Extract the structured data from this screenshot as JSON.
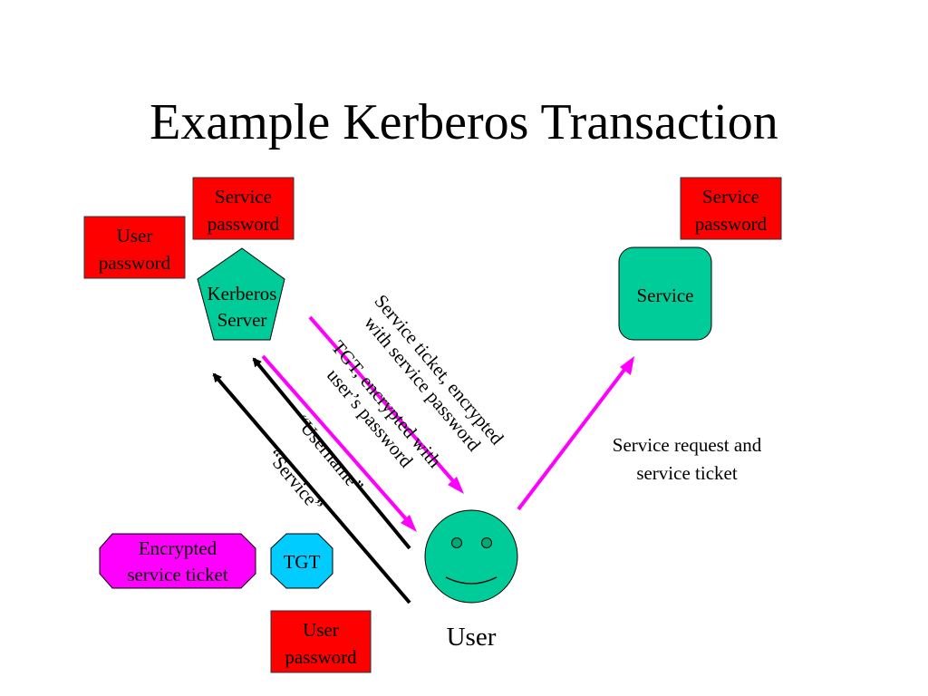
{
  "title": "Example Kerberos Transaction",
  "colors": {
    "password_box": "#ff0000",
    "node_fill": "#00cc99",
    "tgt_fill": "#00ccff",
    "ticket_fill": "#ff00ff",
    "magenta_arrow": "#ff00ff",
    "black_arrow": "#000000"
  },
  "nodes": {
    "kerberos_server": {
      "line1": "Kerberos",
      "line2": "Server",
      "shape": "pentagon"
    },
    "service": {
      "label": "Service",
      "shape": "rounded-square"
    },
    "user": {
      "label": "User",
      "shape": "smiley-face"
    }
  },
  "password_boxes": {
    "kerberos_user_password": {
      "line1": "User",
      "line2": "password"
    },
    "kerberos_service_password": {
      "line1": "Service",
      "line2": "password"
    },
    "service_service_password": {
      "line1": "Service",
      "line2": "password"
    },
    "user_user_password": {
      "line1": "User",
      "line2": "password"
    }
  },
  "tokens": {
    "encrypted_ticket": {
      "line1": "Encrypted",
      "line2": "service ticket"
    },
    "tgt": {
      "label": "TGT"
    }
  },
  "messages": {
    "service_request": {
      "label": "“Service”",
      "direction": "user-to-kerberos"
    },
    "username_request": {
      "label": "“Username”",
      "direction": "user-to-kerberos"
    },
    "tgt_response": {
      "line1": "TGT, encrypted with",
      "line2": "user’s password",
      "direction": "kerberos-to-user"
    },
    "ticket_response": {
      "line1": "Service ticket, encrypted",
      "line2": "with service password",
      "direction": "kerberos-to-user"
    },
    "service_call": {
      "line1": "Service request and",
      "line2": "service ticket",
      "direction": "user-to-service"
    }
  }
}
